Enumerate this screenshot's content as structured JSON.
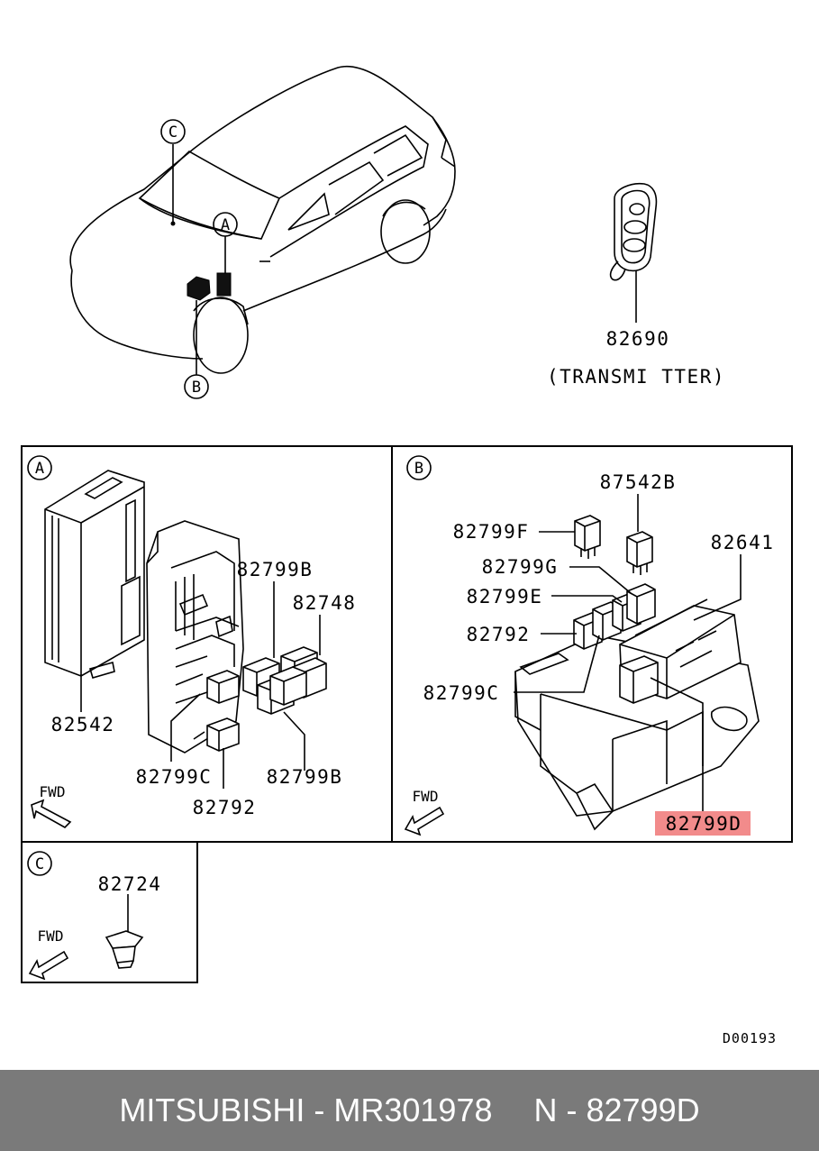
{
  "overview": {
    "callouts": {
      "a": "A",
      "b": "B",
      "c": "C"
    },
    "transmitter_part": "82690",
    "transmitter_caption": "(TRANSMI TTER)"
  },
  "panel_a": {
    "letter": "A",
    "parts": [
      "82542",
      "82799B",
      "82748",
      "82799C",
      "82799B",
      "82792"
    ],
    "fwd": "FWD"
  },
  "panel_b": {
    "letter": "B",
    "parts": [
      "87542B",
      "82799F",
      "82641",
      "82799G",
      "82799E",
      "82792",
      "82799C",
      "82799D"
    ],
    "fwd": "FWD",
    "highlight_color": "#f28b8b"
  },
  "panel_c": {
    "letter": "C",
    "parts": [
      "82724"
    ],
    "fwd": "FWD"
  },
  "diagram_code": "D00193",
  "footer": {
    "brand_part": "MITSUBISHI - MR301978",
    "ref": "N - 82799D"
  }
}
